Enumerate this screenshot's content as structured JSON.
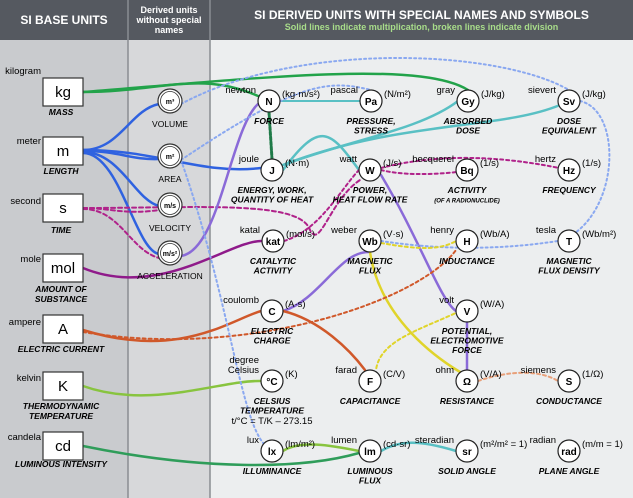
{
  "headers": {
    "base": "SI BASE UNITS",
    "derived_no_names_line1": "Derived units",
    "derived_no_names_line2": "without special",
    "derived_no_names_line3": "names",
    "special_title": "SI DERIVED UNITS WITH SPECIAL NAMES AND SYMBOLS",
    "special_subtitle": "Solid lines indicate multiplication, broken lines indicate division"
  },
  "base_units": [
    {
      "id": "kg",
      "unit": "kilogram",
      "symbol": "kg",
      "quantity_lines": [
        "MASS"
      ]
    },
    {
      "id": "m",
      "unit": "meter",
      "symbol": "m",
      "quantity_lines": [
        "LENGTH"
      ]
    },
    {
      "id": "s",
      "unit": "second",
      "symbol": "s",
      "quantity_lines": [
        "TIME"
      ]
    },
    {
      "id": "mol",
      "unit": "mole",
      "symbol": "mol",
      "quantity_lines": [
        "AMOUNT OF",
        "SUBSTANCE"
      ]
    },
    {
      "id": "A",
      "unit": "ampere",
      "symbol": "A",
      "quantity_lines": [
        "ELECTRIC CURRENT"
      ]
    },
    {
      "id": "K",
      "unit": "kelvin",
      "symbol": "K",
      "quantity_lines": [
        "THERMODYNAMIC",
        "TEMPERATURE"
      ]
    },
    {
      "id": "cd",
      "unit": "candela",
      "symbol": "cd",
      "quantity_lines": [
        "LUMINOUS INTENSITY"
      ]
    }
  ],
  "mid_units": [
    {
      "id": "m3",
      "symbol": "m³",
      "label": "VOLUME"
    },
    {
      "id": "m2",
      "symbol": "m²",
      "label": "AREA"
    },
    {
      "id": "ms",
      "symbol": "m/s",
      "label": "VELOCITY"
    },
    {
      "id": "ms2",
      "symbol": "m/s²",
      "label": "ACCELERATION"
    }
  ],
  "derived_units": [
    {
      "id": "N",
      "name_lines": [
        "newton"
      ],
      "symbol": "N",
      "expr": "(kg·m/s²)",
      "quantity_lines": [
        "FORCE"
      ]
    },
    {
      "id": "Pa",
      "name_lines": [
        "pascal"
      ],
      "symbol": "Pa",
      "expr": "(N/m²)",
      "quantity_lines": [
        "PRESSURE,",
        "STRESS"
      ]
    },
    {
      "id": "Gy",
      "name_lines": [
        "gray"
      ],
      "symbol": "Gy",
      "expr": "(J/kg)",
      "quantity_lines": [
        "ABSORBED",
        "DOSE"
      ]
    },
    {
      "id": "Sv",
      "name_lines": [
        "sievert"
      ],
      "symbol": "Sv",
      "expr": "(J/kg)",
      "quantity_lines": [
        "DOSE",
        "EQUIVALENT"
      ]
    },
    {
      "id": "J",
      "name_lines": [
        "joule"
      ],
      "symbol": "J",
      "expr": "(N·m)",
      "quantity_lines": [
        "ENERGY, WORK,",
        "QUANTITY OF HEAT"
      ]
    },
    {
      "id": "W",
      "name_lines": [
        "watt"
      ],
      "symbol": "W",
      "expr": "(J/s)",
      "quantity_lines": [
        "POWER,",
        "HEAT FLOW RATE"
      ]
    },
    {
      "id": "Bq",
      "name_lines": [
        "becquerel"
      ],
      "symbol": "Bq",
      "expr": "(1/s)",
      "quantity_lines": [
        "ACTIVITY",
        "(OF A RADIONUCLIDE)"
      ]
    },
    {
      "id": "Hz",
      "name_lines": [
        "hertz"
      ],
      "symbol": "Hz",
      "expr": "(1/s)",
      "quantity_lines": [
        "FREQUENCY"
      ]
    },
    {
      "id": "kat",
      "name_lines": [
        "katal"
      ],
      "symbol": "kat",
      "expr": "(mol/s)",
      "quantity_lines": [
        "CATALYTIC",
        "ACTIVITY"
      ]
    },
    {
      "id": "Wb",
      "name_lines": [
        "weber"
      ],
      "symbol": "Wb",
      "expr": "(V·s)",
      "quantity_lines": [
        "MAGNETIC",
        "FLUX"
      ]
    },
    {
      "id": "H",
      "name_lines": [
        "henry"
      ],
      "symbol": "H",
      "expr": "(Wb/A)",
      "quantity_lines": [
        "INDUCTANCE"
      ]
    },
    {
      "id": "T",
      "name_lines": [
        "tesla"
      ],
      "symbol": "T",
      "expr": "(Wb/m²)",
      "quantity_lines": [
        "MAGNETIC",
        "FLUX DENSITY"
      ]
    },
    {
      "id": "C",
      "name_lines": [
        "coulomb"
      ],
      "symbol": "C",
      "expr": "(A·s)",
      "quantity_lines": [
        "ELECTRIC",
        "CHARGE"
      ]
    },
    {
      "id": "V",
      "name_lines": [
        "volt"
      ],
      "symbol": "V",
      "expr": "(W/A)",
      "quantity_lines": [
        "POTENTIAL,",
        "ELECTROMOTIVE",
        "FORCE"
      ]
    },
    {
      "id": "degC",
      "name_lines": [
        "degree",
        "Celsius"
      ],
      "symbol": "°C",
      "expr": "(K)",
      "quantity_lines": [
        "CELSIUS",
        "TEMPERATURE"
      ]
    },
    {
      "id": "F",
      "name_lines": [
        "farad"
      ],
      "symbol": "F",
      "expr": "(C/V)",
      "quantity_lines": [
        "CAPACITANCE"
      ]
    },
    {
      "id": "ohm",
      "name_lines": [
        "ohm"
      ],
      "symbol": "Ω",
      "expr": "(V/A)",
      "quantity_lines": [
        "RESISTANCE"
      ]
    },
    {
      "id": "S",
      "name_lines": [
        "siemens"
      ],
      "symbol": "S",
      "expr": "(1/Ω)",
      "quantity_lines": [
        "CONDUCTANCE"
      ]
    },
    {
      "id": "lx",
      "name_lines": [
        "lux"
      ],
      "symbol": "lx",
      "expr": "(lm/m²)",
      "quantity_lines": [
        "ILLUMINANCE"
      ]
    },
    {
      "id": "lm",
      "name_lines": [
        "lumen"
      ],
      "symbol": "lm",
      "expr": "(cd·sr)",
      "quantity_lines": [
        "LUMINOUS",
        "FLUX"
      ]
    },
    {
      "id": "sr",
      "name_lines": [
        "steradian"
      ],
      "symbol": "sr",
      "expr": "(m²/m² = 1)",
      "quantity_lines": [
        "SOLID ANGLE"
      ]
    },
    {
      "id": "rad",
      "name_lines": [
        "radian"
      ],
      "symbol": "rad",
      "expr": "(m/m = 1)",
      "quantity_lines": [
        "PLANE ANGLE"
      ]
    }
  ],
  "celsius_formula": "t/°C = T/K – 273.15",
  "colors": {
    "header": "#555960",
    "left_panel": "#c9cbce",
    "mid_panel": "#d7d8da",
    "right_panel": "#eceeef",
    "mass": "#22a34a",
    "length": "#2f62e0",
    "time": "#b0228a",
    "mole": "#8f1a8a",
    "current": "#d0582a",
    "temperature": "#88c43f",
    "luminous": "#2f9d5a",
    "teal": "#59c0c4",
    "force": "#1f7a48",
    "purple": "#8a6ad8",
    "yellow": "#e0d42a",
    "orange_dot": "#e8a07a",
    "light_blue_dot": "#8aa8f0"
  }
}
